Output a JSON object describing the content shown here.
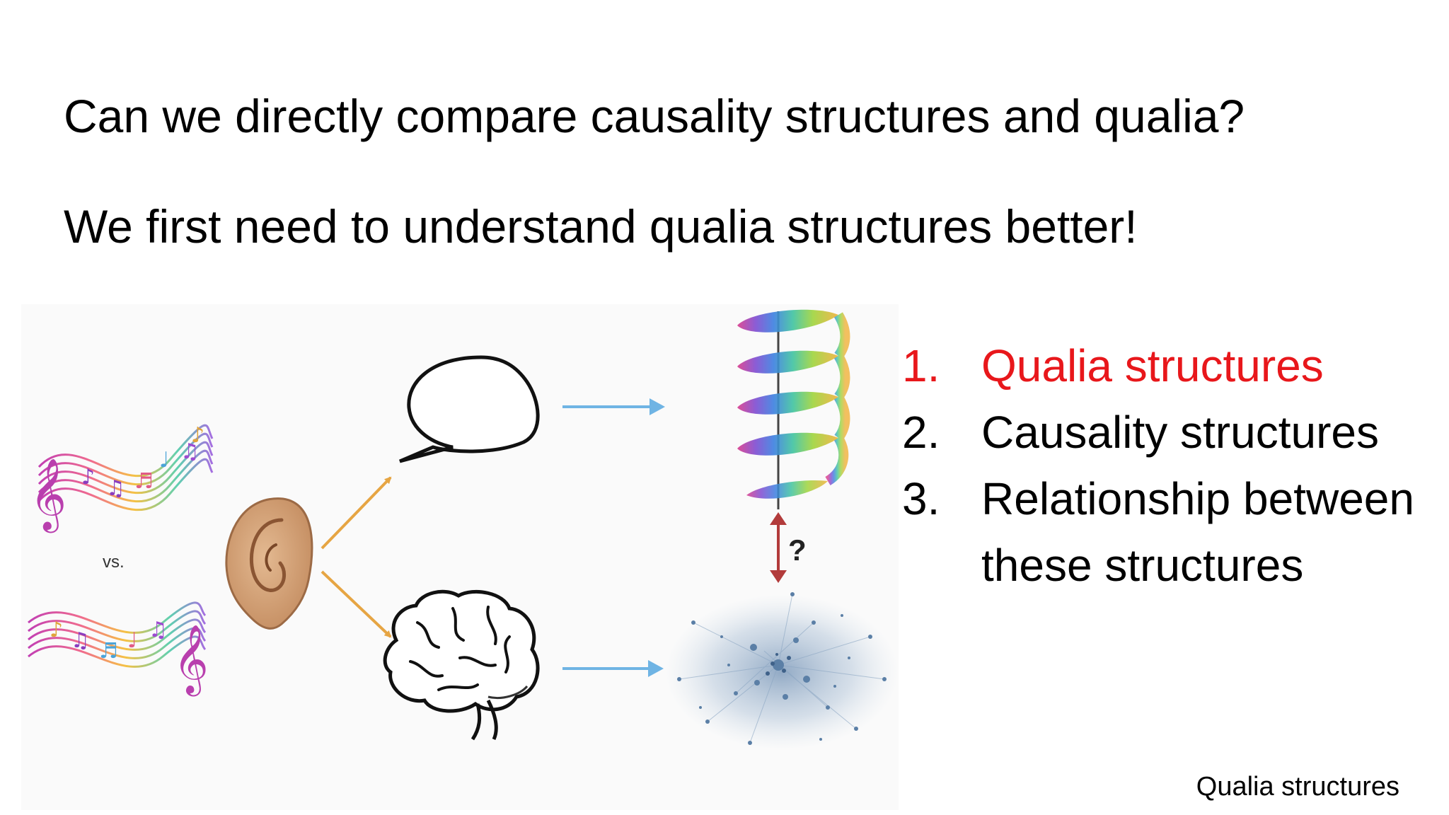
{
  "slide": {
    "title": "Can we directly compare causality structures and qualia?",
    "subtitle": "We first need to understand qualia structures better!",
    "list": [
      {
        "number": "1.",
        "text": "Qualia structures",
        "active": true
      },
      {
        "number": "2.",
        "text": "Causality structures",
        "active": false
      },
      {
        "number": "3.",
        "text": "Relationship between these structures",
        "active": false
      }
    ],
    "footer": "Qualia structures"
  },
  "figure": {
    "vs_label": "vs.",
    "question_mark": "?",
    "icons": [
      "music-staff-icon",
      "ear-icon",
      "speech-bubble-icon",
      "brain-icon",
      "color-helix-icon",
      "network-graph-icon",
      "arrow-icon"
    ]
  },
  "colors": {
    "accent_red": "#e8171b",
    "orange_arrow": "#e6a543",
    "blue_arrow": "#6fb4e4",
    "dark_red_arrow": "#b23b3b"
  }
}
